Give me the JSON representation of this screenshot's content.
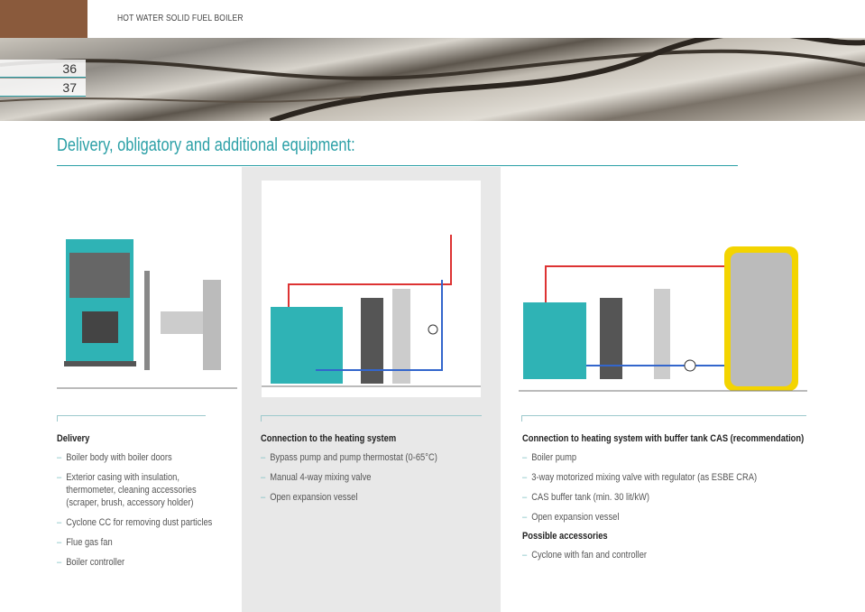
{
  "header": {
    "title": "HOT WATER SOLID FUEL BOILER",
    "pages": [
      "36",
      "37"
    ]
  },
  "heading": "Delivery, obligatory and additional equipment:",
  "columns": [
    {
      "title": "Delivery",
      "items": [
        "Boiler body with boiler doors",
        "Exterior casing with insulation, thermometer, cleaning accessories (scraper, brush, accessory holder)",
        "Cyclone CC for removing dust particles",
        "Flue gas fan",
        "Boiler controller"
      ]
    },
    {
      "title": "Connection to the heating system",
      "items": [
        "Bypass pump and pump thermostat (0-65°C)",
        "Manual 4-way mixing valve",
        "Open expansion vessel"
      ]
    },
    {
      "title": "Connection to heating system with buffer tank CAS (recommendation)",
      "items": [
        "Boiler pump",
        "3-way motorized mixing valve with regulator (as ESBE CRA)",
        "CAS buffer tank (min. 30 lit/kW)",
        "Open expansion vessel"
      ],
      "subtitle": "Possible accessories",
      "subitems": [
        "Cyclone with fan and controller"
      ]
    }
  ],
  "colors": {
    "accent": "#2a9fa6",
    "boiler": "#2fb3b5"
  }
}
